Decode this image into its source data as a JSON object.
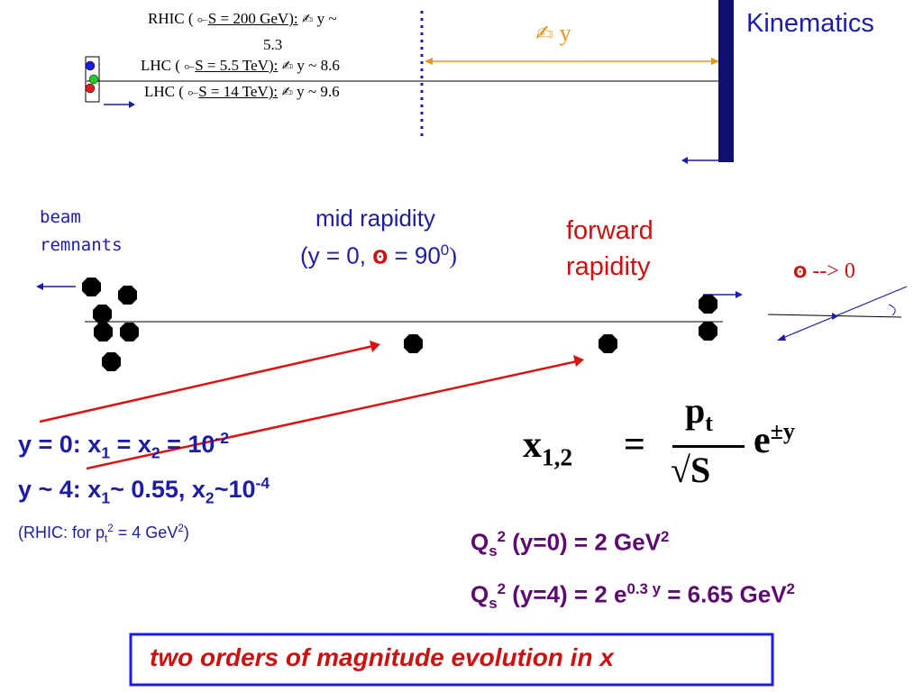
{
  "top": {
    "rhic": {
      "prefix": "RHIC (",
      "sqrt_s": "S = 200 GeV):",
      "dy": "y ~",
      "dy_cont": "5.3"
    },
    "lhc1": {
      "prefix": "LHC (",
      "sqrt_s": "S = 5.5 TeV):",
      "dy": "y ~ 8.6"
    },
    "lhc2": {
      "prefix": "LHC (",
      "sqrt_s": "S = 14 TeV):",
      "dy": "y ~ 9.6"
    },
    "delta_y": "y",
    "title": "Kinematics"
  },
  "mid": {
    "beam_remnants": [
      "beam",
      "remnants"
    ],
    "mid_rapidity": "mid rapidity",
    "mid_paren_left": "(y = 0,",
    "mid_paren_right": "= 90",
    "mid_sup": "0",
    "mid_close": ")",
    "forward": [
      "forward",
      "rapidity"
    ],
    "angle_limit": "--> 0"
  },
  "formula": {
    "line1_a": "y = 0: x",
    "line1_sub1": "1",
    "line1_b": " =  x",
    "line1_sub2": "2",
    "line1_c": " = 10",
    "line1_sup": "-2",
    "line2_a": "y ~ 4: x",
    "line2_sub1": "1",
    "line2_b": "~ 0.55,   x",
    "line2_sub2": "2",
    "line2_c": "~10",
    "line2_sup": "-4",
    "note_a": "(RHIC: for p",
    "note_sub": "t",
    "note_sup": "2",
    "note_b": "  =  4 GeV",
    "note_sup2": "2",
    "note_c": ")",
    "x_main": "x",
    "x_sub": "1,2",
    "equals": "=",
    "numerator": "p",
    "numerator_sub": "t",
    "denominator": "S",
    "exp_base": "e",
    "exp_sup": "±y"
  },
  "qs": {
    "q1_a": "Q",
    "q1_sub": "s",
    "q1_sup": "2",
    "q1_b": " (y=0) = 2 GeV",
    "q1_sup2": "2",
    "q2_a": "Q",
    "q2_sub": "s",
    "q2_sup": "2",
    "q2_b": " (y=4) = 2 e",
    "q2_sup2": "0.3 y",
    "q2_c": " = 6.65 GeV",
    "q2_sup3": "2"
  },
  "conclusion": "two orders of magnitude evolution in x",
  "colors": {
    "blue": "#1c1ca8",
    "red": "#cc1111",
    "purple": "#5c0a70",
    "navy": "#101070",
    "orange": "#e8941e"
  },
  "icons": {
    "sqrt": "sqrt-symbol-icon",
    "delta": "delta-symbol-icon",
    "theta": "theta-symbol-icon"
  }
}
